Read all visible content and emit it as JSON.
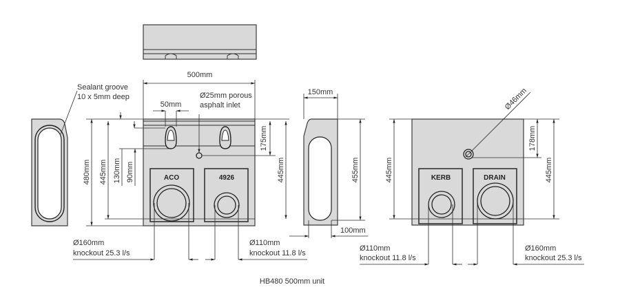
{
  "caption": "HB480 500mm unit",
  "front_view": {
    "width_dim": "500mm",
    "sealant_note": [
      "Sealant groove",
      "10 x 5mm deep"
    ],
    "inlet_note": [
      "Ø25mm porous",
      "asphalt inlet"
    ],
    "lug_dim": "50mm",
    "height_480": "480mm",
    "height_445_left": "445mm",
    "dim_130": "130mm",
    "dim_90": "90mm",
    "dim_175": "175mm",
    "height_445_right": "445mm",
    "box_labels": [
      "ACO",
      "4926"
    ],
    "outlet_left": [
      "Ø160mm",
      "knockout 25.3 l/s"
    ],
    "outlet_right": [
      "Ø110mm",
      "knockout 11.8 l/s"
    ]
  },
  "side_view": {
    "width_dim": "150mm",
    "height_dim": "455mm",
    "base_dim": "100mm"
  },
  "rear_view": {
    "hole_dim": "Ø46mm",
    "dim_178": "178mm",
    "height_445_left": "445mm",
    "height_445_right": "445mm",
    "box_labels": [
      "KERB",
      "DRAIN"
    ],
    "outlet_left": [
      "Ø110mm",
      "knockout 11.8 l/s"
    ],
    "outlet_right": [
      "Ø160mm",
      "knockout 25.3 l/s"
    ]
  }
}
